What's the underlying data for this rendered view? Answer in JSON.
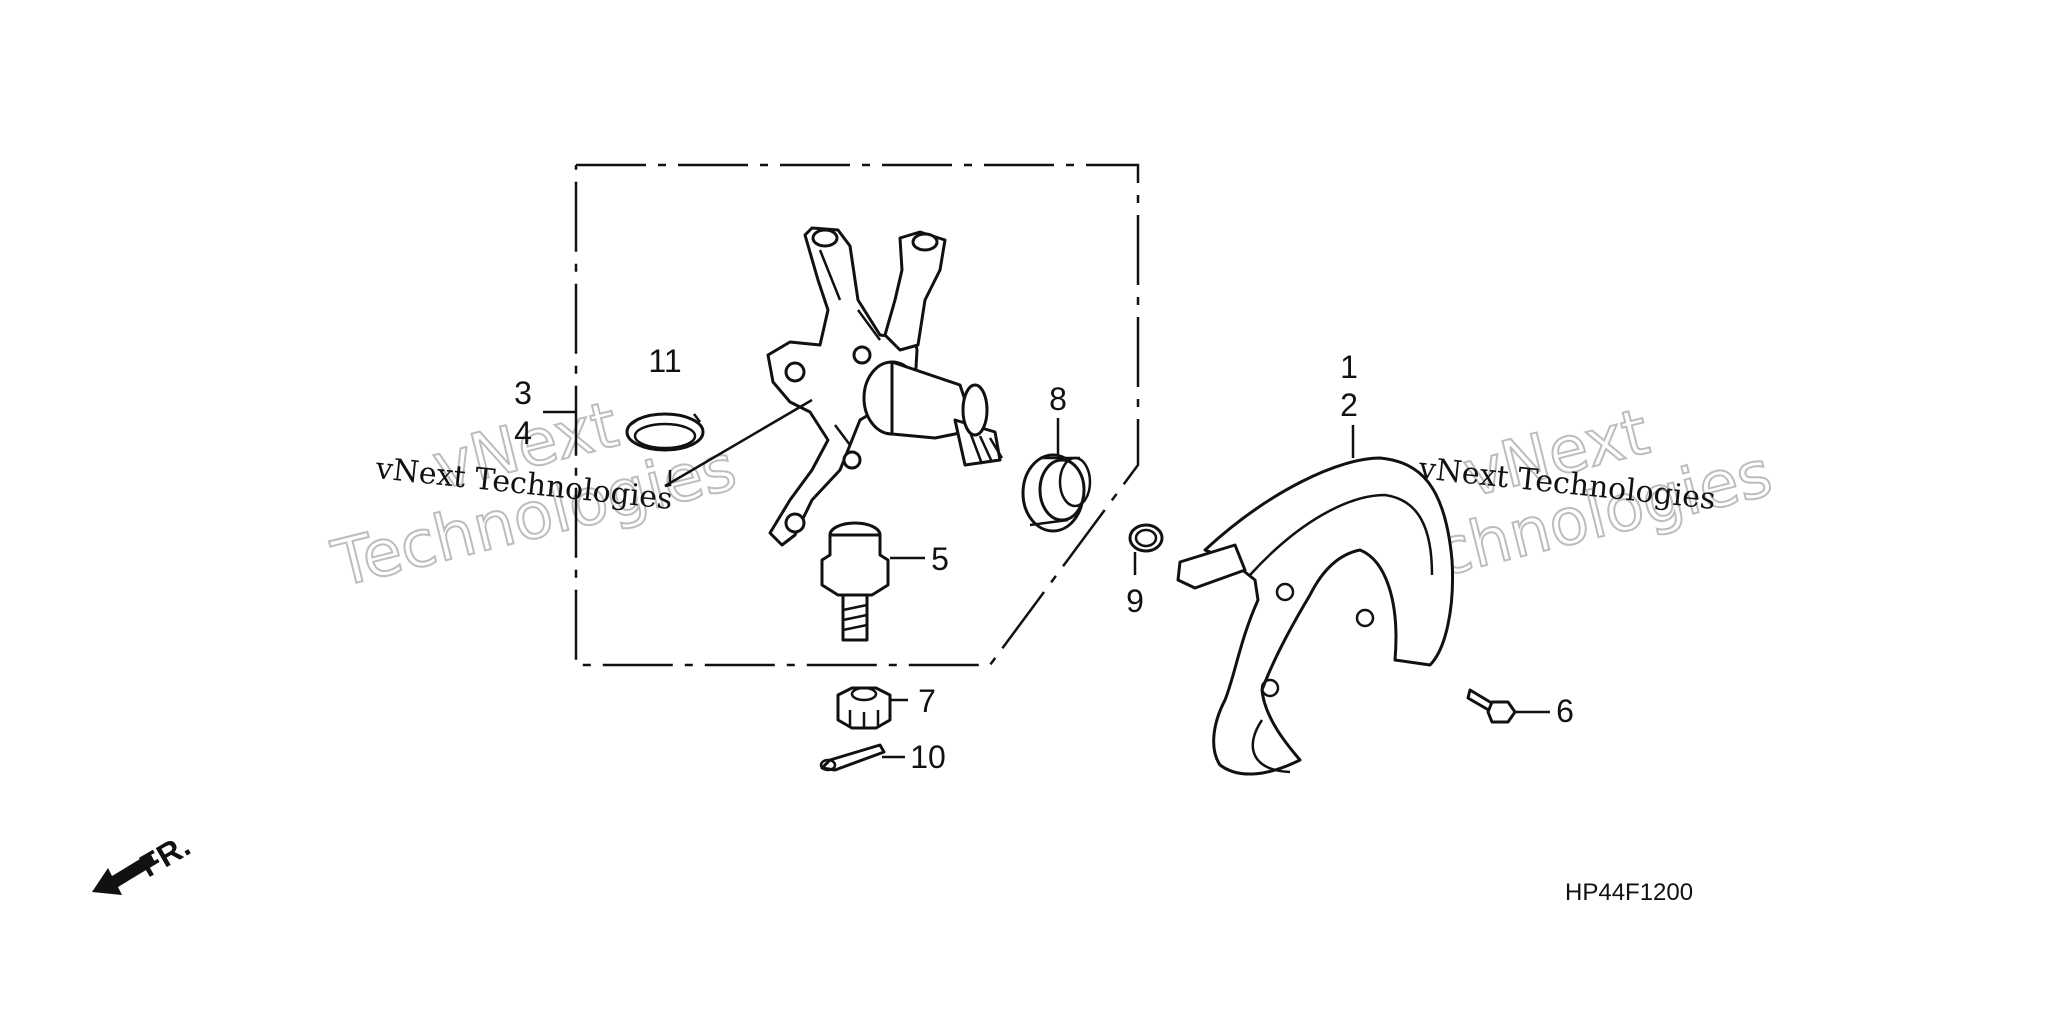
{
  "callouts": {
    "c1": "1",
    "c2": "2",
    "c3": "3",
    "c4": "4",
    "c5": "5",
    "c6": "6",
    "c7": "7",
    "c8": "8",
    "c9": "9",
    "c10": "10",
    "c11": "11"
  },
  "direction_label": "FR.",
  "diagram_code": "HP44F1200",
  "watermarks": {
    "small": "vNext Technologies",
    "large_line1": "vNext",
    "large_line2": "Technologies"
  },
  "colors": {
    "line": "#111111",
    "watermark_outline": "#bdbdbd",
    "background": "#ffffff"
  }
}
